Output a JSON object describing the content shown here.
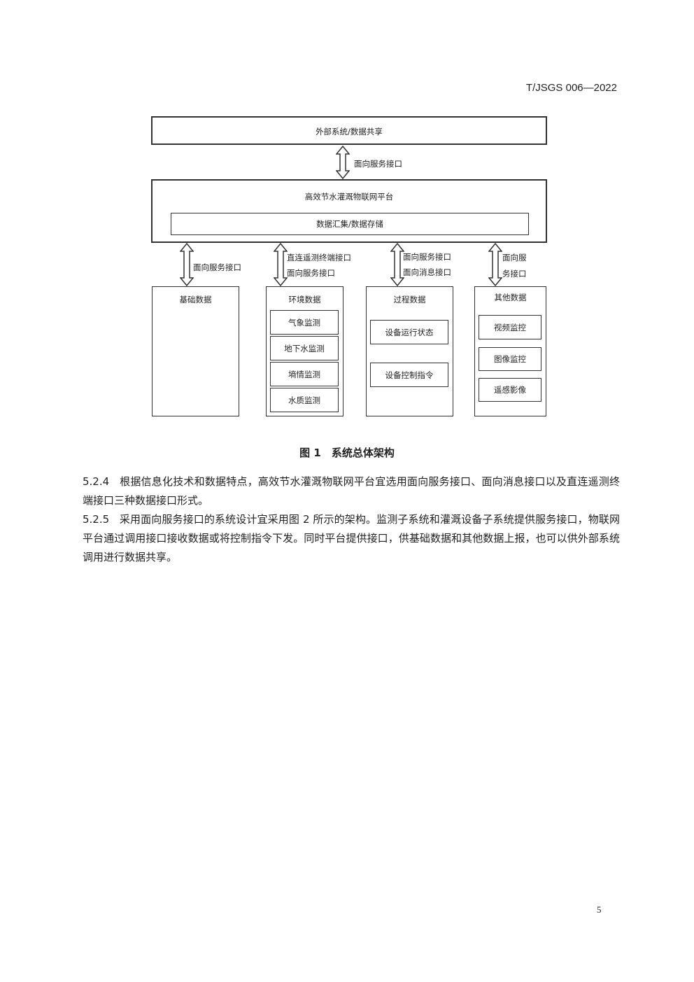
{
  "header": {
    "doc_code": "T/JSGS 006—2022"
  },
  "figure": {
    "external": "外部系统/数据共享",
    "arrow_top_label": "面向服务接口",
    "platform": "高效节水灌溉物联网平台",
    "platform_inner": "数据汇集/数据存储",
    "columns": [
      {
        "arrow_labels": [
          "面向服务接口"
        ],
        "title": "基础数据",
        "items": []
      },
      {
        "arrow_labels": [
          "直连遥测终端接口",
          "面向服务接口"
        ],
        "title": "环境数据",
        "items": [
          "气象监测",
          "地下水监测",
          "墒情监测",
          "水质监测"
        ]
      },
      {
        "arrow_labels": [
          "面向服务接口",
          "面向消息接口"
        ],
        "title": "过程数据",
        "items": [
          "设备运行状态",
          "设备控制指令"
        ]
      },
      {
        "arrow_labels": [
          "面向服",
          "务接口"
        ],
        "title": "其他数据",
        "items": [
          "视频监控",
          "图像监控",
          "遥感影像"
        ]
      }
    ],
    "caption": "图 1　系统总体架构"
  },
  "paragraphs": [
    {
      "num": "5.2.4",
      "text": "根据信息化技术和数据特点，高效节水灌溉物联网平台宜选用面向服务接口、面向消息接口以及直连遥测终端接口三种数据接口形式。"
    },
    {
      "num": "5.2.5",
      "text": "采用面向服务接口的系统设计宜采用图 2 所示的架构。监测子系统和灌溉设备子系统提供服务接口，物联网平台通过调用接口接收数据或将控制指令下发。同时平台提供接口，供基础数据和其他数据上报，也可以供外部系统调用进行数据共享。"
    }
  ],
  "page_number": "5"
}
